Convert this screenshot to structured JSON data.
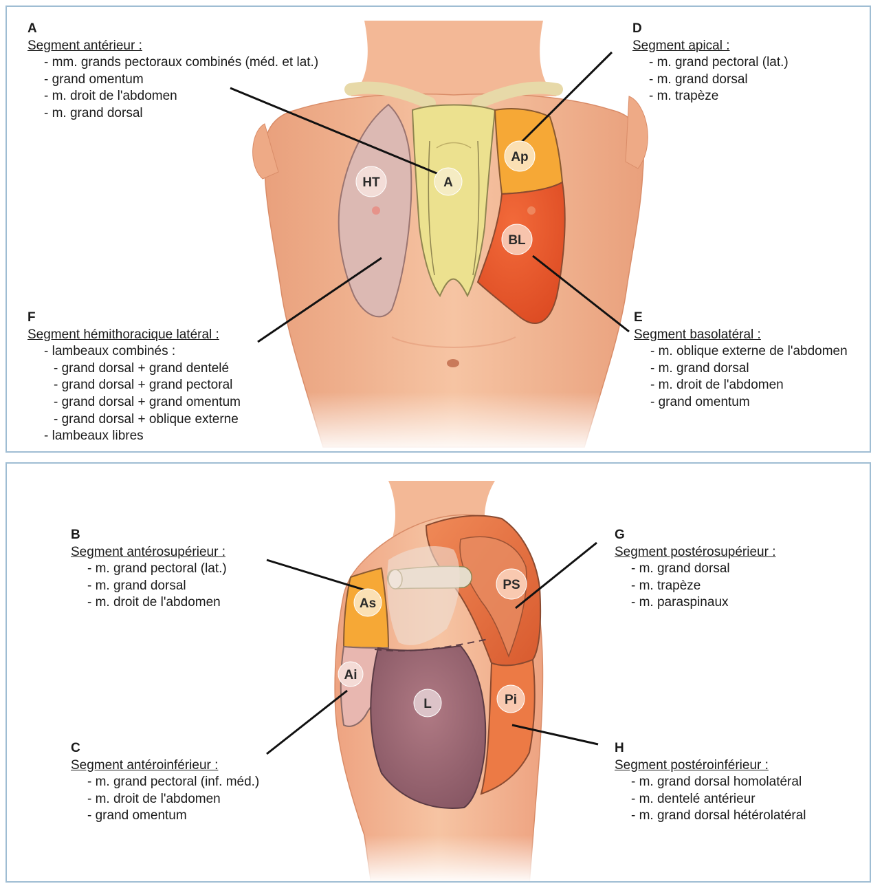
{
  "top_panel": {
    "badges": {
      "HT": "HT",
      "A": "A",
      "Ap": "Ap",
      "BL": "BL"
    },
    "segments": {
      "A": {
        "letter": "A",
        "title": "Segment antérieur :",
        "items": [
          "mm. grands pectoraux combinés (méd. et lat.)",
          "grand omentum",
          "m. droit de l'abdomen",
          "m. grand dorsal"
        ]
      },
      "D": {
        "letter": "D",
        "title": "Segment apical :",
        "items": [
          "m. grand pectoral (lat.)",
          "m. grand dorsal",
          "m. trapèze"
        ]
      },
      "F": {
        "letter": "F",
        "title": "Segment hémithoracique latéral :",
        "group_label": "lambeaux combinés :",
        "sub_items": [
          "grand dorsal + grand dentelé",
          "grand dorsal + grand pectoral",
          "grand dorsal + grand omentum",
          "grand dorsal + oblique externe"
        ],
        "last_item": "lambeaux libres"
      },
      "E": {
        "letter": "E",
        "title": "Segment basolatéral :",
        "items": [
          "m. oblique externe de l'abdomen",
          "m. grand dorsal",
          "m. droit de l'abdomen",
          "grand omentum"
        ]
      }
    }
  },
  "bottom_panel": {
    "badges": {
      "As": "As",
      "Ai": "Ai",
      "L": "L",
      "PS": "PS",
      "Pi": "Pi"
    },
    "segments": {
      "B": {
        "letter": "B",
        "title": "Segment antérosupérieur :",
        "items": [
          "m. grand pectoral (lat.)",
          "m. grand dorsal",
          "m. droit de l'abdomen"
        ]
      },
      "C": {
        "letter": "C",
        "title": "Segment antéroinférieur :",
        "items": [
          "m. grand pectoral (inf. méd.)",
          "m. droit de l'abdomen",
          "grand omentum"
        ]
      },
      "G": {
        "letter": "G",
        "title": "Segment postérosupérieur :",
        "items": [
          "m. grand dorsal",
          "m. trapèze",
          "m. paraspinaux"
        ]
      },
      "H": {
        "letter": "H",
        "title": "Segment postéroinférieur :",
        "items": [
          "m. grand dorsal homolatéral",
          "m. dentelé antérieur",
          "m. grand dorsal hétérolatéral"
        ]
      }
    }
  },
  "colors": {
    "skin": "#f2b48f",
    "skin_dark": "#d98c68",
    "anterior": "#e9df8a",
    "apical": "#f6a836",
    "basolateral": "#e6582a",
    "hemithoracic": "#d9b2ad",
    "lateral_l": "#9a6874",
    "label_line": "#111111",
    "border": "#9fbdd3"
  }
}
